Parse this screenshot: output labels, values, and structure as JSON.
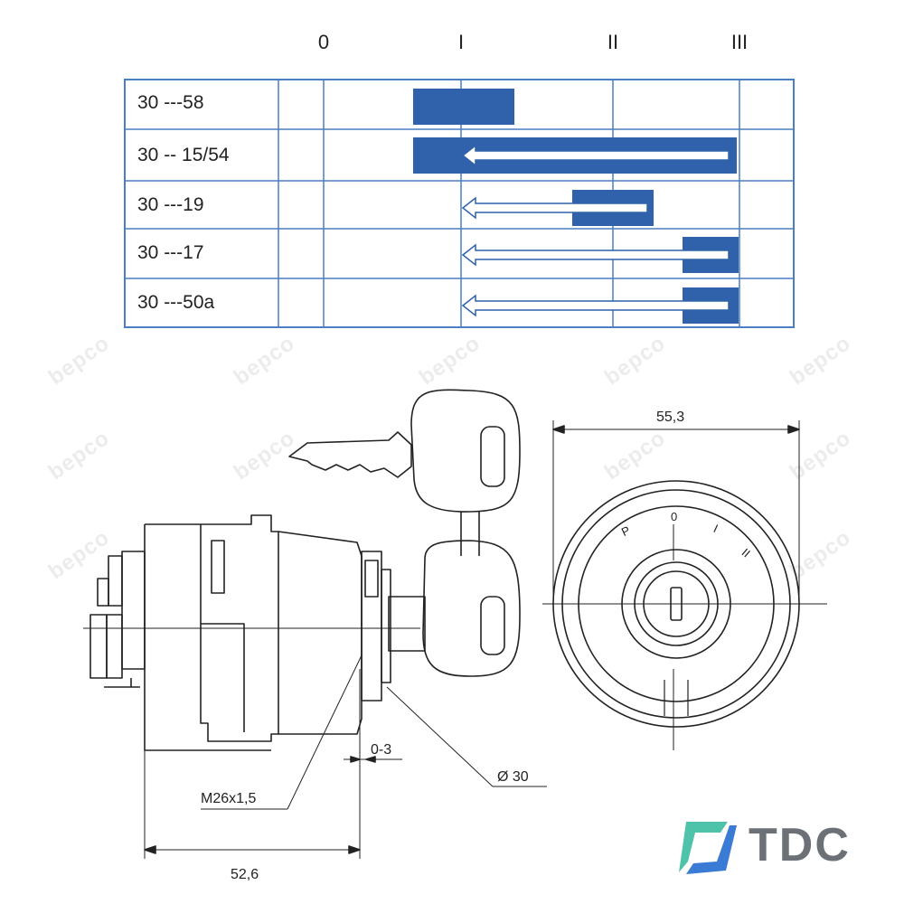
{
  "positions": [
    "0",
    "I",
    "II",
    "III"
  ],
  "rows": [
    {
      "label": "30 ---58"
    },
    {
      "label": "30 -- 15/54"
    },
    {
      "label": "30 ---19"
    },
    {
      "label": "30 ---17"
    },
    {
      "label": "30 ---50a"
    }
  ],
  "dimensions": {
    "width_front": "55,3",
    "length_side": "52,6",
    "thread": "M26x1,5",
    "gap": "0-3",
    "diameter": "Ø 30"
  },
  "dial_marks": [
    "P",
    "0",
    "I",
    "II"
  ],
  "watermark_text": "bepco",
  "brand": {
    "name": "TDC",
    "colors": {
      "teal": "#4fc3a9",
      "blue": "#3a7bd5",
      "gray": "#6b7177"
    }
  },
  "colors": {
    "bar_fill": "#2f62aa",
    "grid": "#4a7fc1"
  }
}
